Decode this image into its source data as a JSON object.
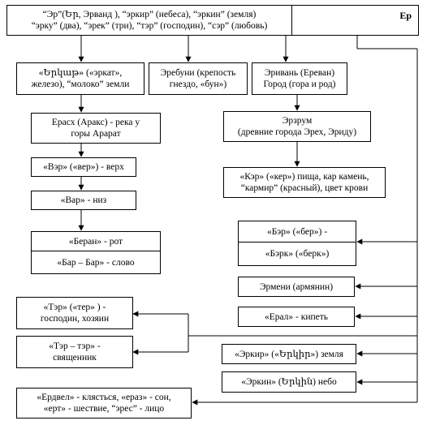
{
  "title_box": {
    "line1": "“Эр”(Եր, Эрванд ), “эркир” (небеса), “эркин” (земля)",
    "line2": "“эрку” (два), “эрек” (три), “тэр” (господин), “сэр” (любовь)",
    "root": "Ер"
  },
  "boxes": {
    "erkat": [
      "«Երկաթ» («эркат», ",
      "железо), “молоко” земли"
    ],
    "erebuni": [
      "Эребуни (крепость",
      "гнездо, «бун»)"
    ],
    "erivan": [
      "Эривань (Ереван)",
      "Город (гора и род)"
    ],
    "eraskh": [
      "Ерасх (Аракс)  - река у",
      "горы Арарат"
    ],
    "erzrum": [
      "Эрзрум",
      "(древние города Эрех, Эриду)"
    ],
    "ver": [
      "«Вэр» («вер») - верх"
    ],
    "var": [
      "«Вар» - низ"
    ],
    "kar": [
      "«Кэр» («кер») пища, кар камень,",
      "“кармир” (красный), цвет крови"
    ],
    "beran": [
      "«Беран» - рот"
    ],
    "bar_bar": [
      "«Бар – Бар» - слово"
    ],
    "ber": [
      "«Бэр» («бер») -"
    ],
    "berk": [
      "«Бэрк» («берк»)"
    ],
    "ermeni": [
      "Эрмени (армянин)"
    ],
    "eral": [
      "«Ерал» - кипеть"
    ],
    "ter_lord": [
      "«Тэр» («тер» ) -",
      "господин, хозяин"
    ],
    "ter_priest": [
      "«Тэр – тэр»  -",
      "священник"
    ],
    "erkir": [
      "«Эркир» («Երկիր») земля"
    ],
    "erkin": [
      "«Эркин» (Երկին) небо"
    ],
    "erdvel": [
      "«Ердвел» - клясться, «ераз» - сон,",
      "«ерт» - шествие, “эрес” - лицо"
    ]
  }
}
